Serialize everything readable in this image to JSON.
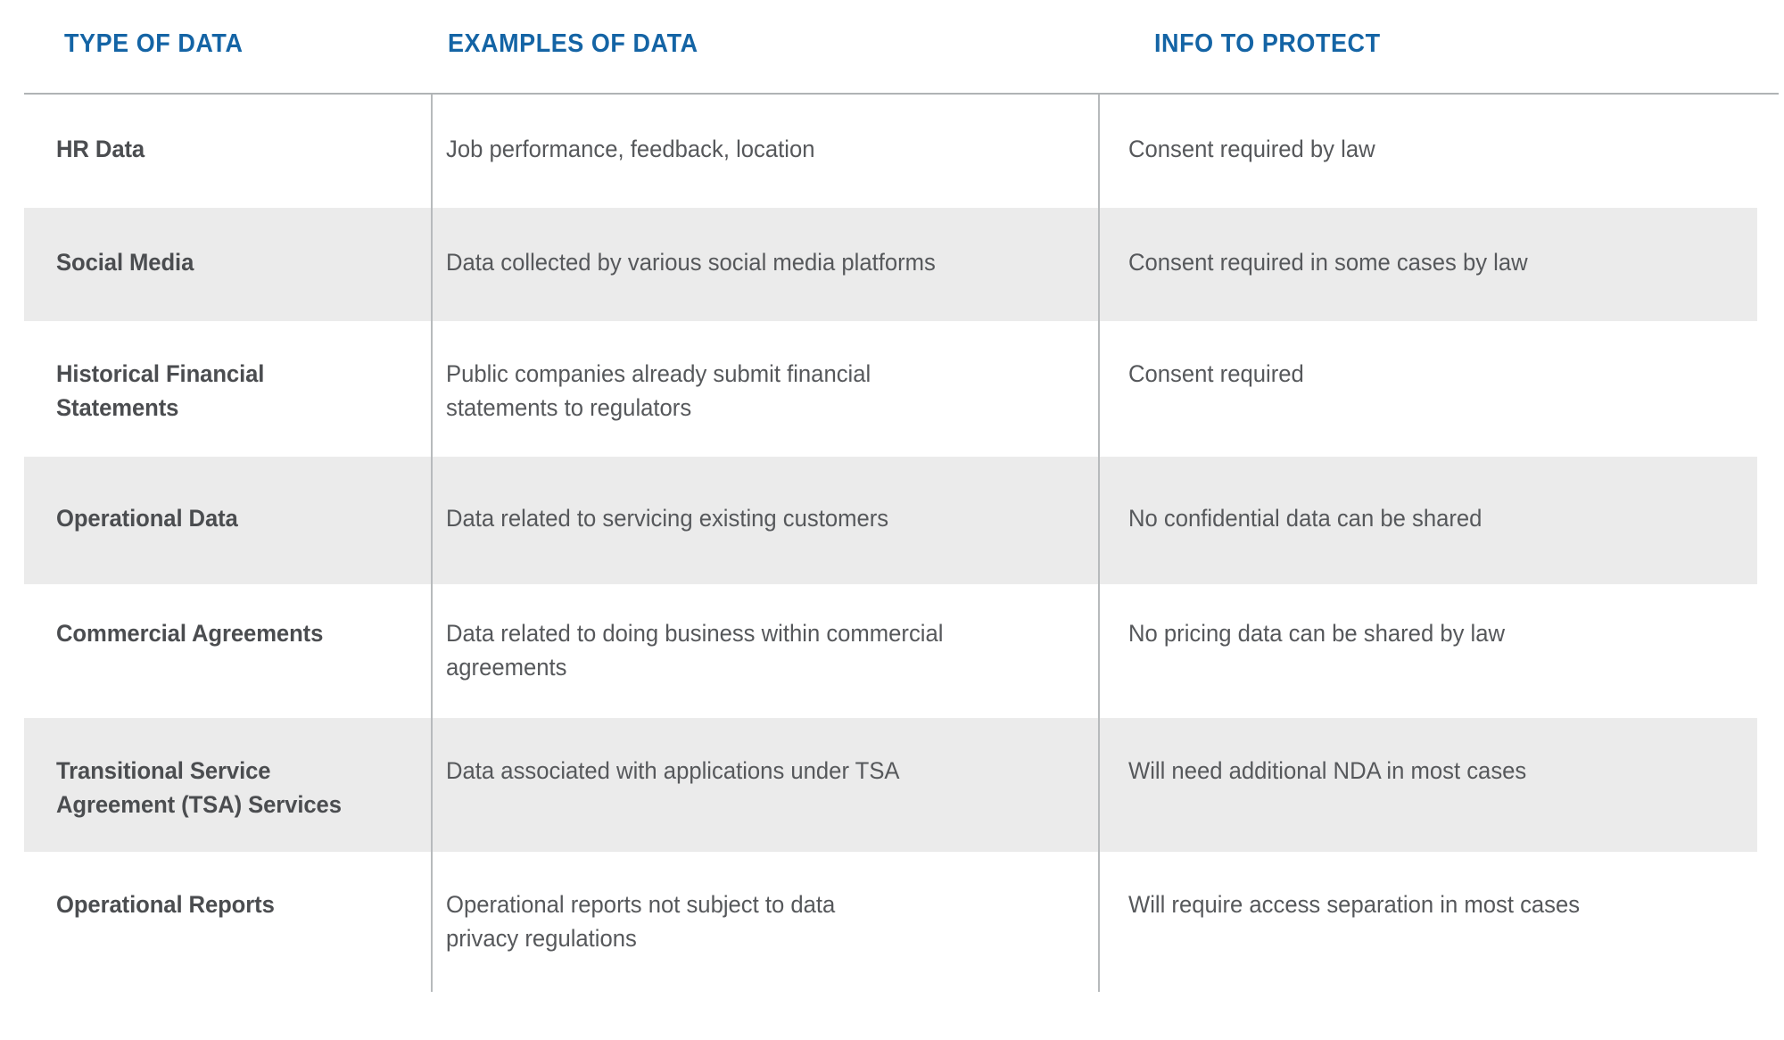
{
  "table": {
    "columns": [
      {
        "key": "type",
        "label": "TYPE OF DATA"
      },
      {
        "key": "examples",
        "label": "EXAMPLES OF DATA"
      },
      {
        "key": "protect",
        "label": "INFO TO PROTECT"
      }
    ],
    "header_color": "#1464A5",
    "stripe_color": "#ebebeb",
    "body_text_color": "#56585b",
    "rule_color": "#b0b3b5",
    "rows": [
      {
        "type": "HR Data",
        "type_line2": "",
        "examples": "Job performance, feedback, location",
        "examples_line2": "",
        "protect": "Consent required by law",
        "shaded": false
      },
      {
        "type": "Social Media",
        "type_line2": "",
        "examples": "Data collected by various social media platforms",
        "examples_line2": "",
        "protect": "Consent required in some cases by law",
        "shaded": true
      },
      {
        "type": "Historical Financial",
        "type_line2": "Statements",
        "examples": "Public companies already submit financial",
        "examples_line2": "statements to regulators",
        "protect": "Consent required",
        "shaded": false
      },
      {
        "type": "Operational Data",
        "type_line2": "",
        "examples": "Data related to servicing existing customers",
        "examples_line2": "",
        "protect": "No confidential data can be shared",
        "shaded": true
      },
      {
        "type": "Commercial Agreements",
        "type_line2": "",
        "examples": "Data related to doing business within commercial",
        "examples_line2": "agreements",
        "protect": "No pricing data can be shared by law",
        "shaded": false
      },
      {
        "type": "Transitional Service",
        "type_line2": "Agreement (TSA) Services",
        "examples": "Data associated with applications under TSA",
        "examples_line2": "",
        "protect": "Will need additional NDA in most cases",
        "shaded": true
      },
      {
        "type": "Operational Reports",
        "type_line2": "",
        "examples": "Operational reports not subject to data",
        "examples_line2": "privacy regulations",
        "protect": "Will require access separation in most cases",
        "shaded": false
      }
    ]
  }
}
